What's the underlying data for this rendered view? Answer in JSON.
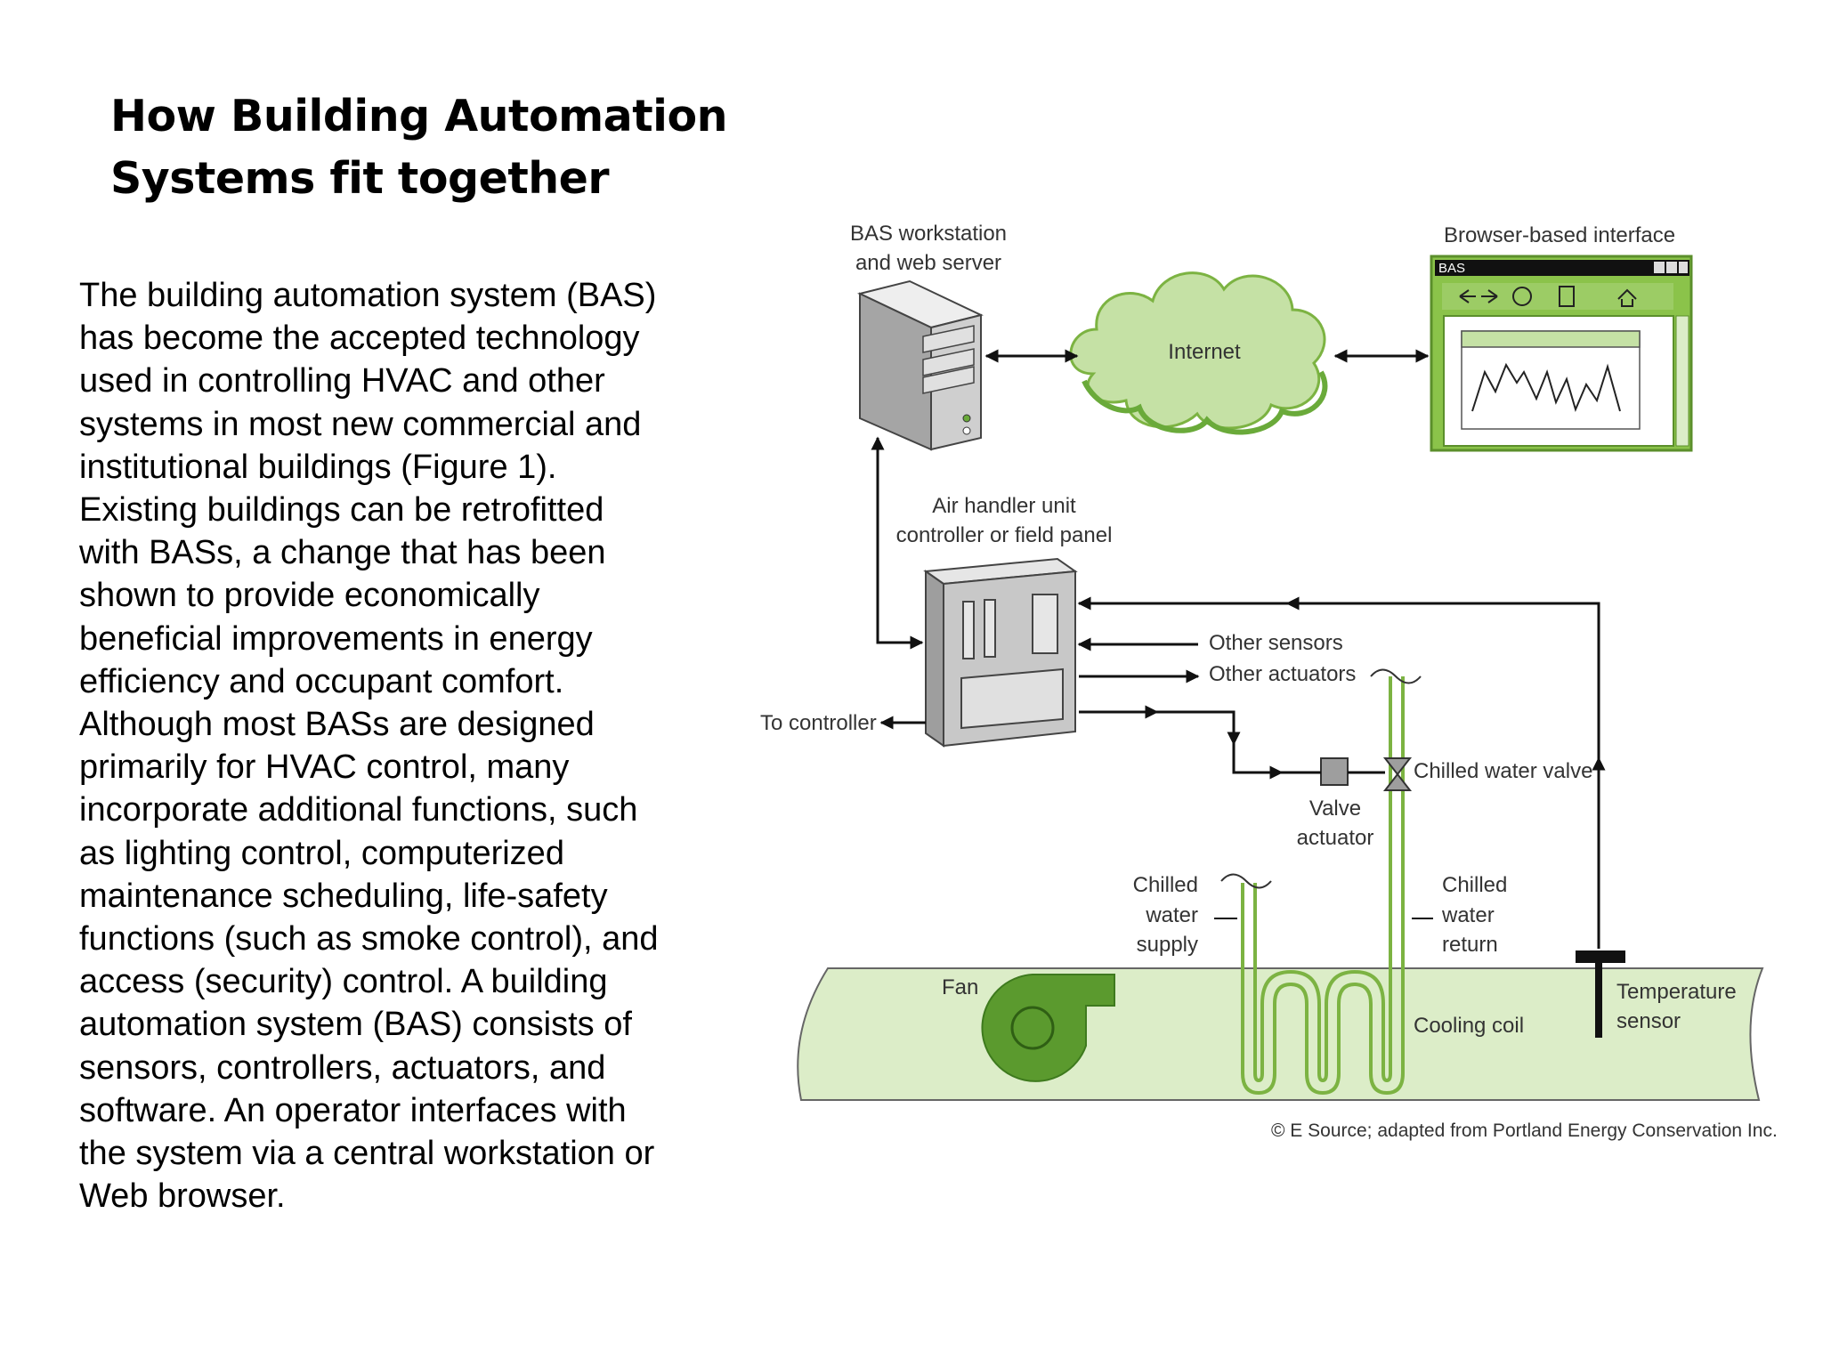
{
  "slide": {
    "title_lines": [
      "How Building Automation",
      "Systems fit together"
    ],
    "body_lines": [
      "The building automation system (BAS)",
      "has become the accepted technology",
      "used in controlling HVAC and other",
      "systems in most new commercial and",
      "institutional buildings (Figure 1).",
      "Existing buildings can be retrofitted",
      "with BASs, a change that has been",
      "shown to provide economically",
      "beneficial improvements in energy",
      "efficiency and occupant comfort.",
      "Although most BASs are designed",
      "primarily for HVAC control, many",
      "incorporate additional functions, such",
      "as lighting control, computerized",
      "maintenance scheduling, life-safety",
      "functions (such as smoke control), and",
      "access (security) control. A building",
      "automation system (BAS) consists of",
      "sensors, controllers, actuators, and",
      "software. An operator interfaces with",
      "the system via a central workstation or",
      "Web browser."
    ]
  },
  "diagram": {
    "workstation_label": [
      "BAS workstation",
      "and web server"
    ],
    "internet_label": "Internet",
    "browser_label": "Browser-based interface",
    "browser_window_title": "BAS",
    "ahu_label": [
      "Air handler unit",
      "controller or field panel"
    ],
    "other_sensors": "Other sensors",
    "other_actuators": "Other actuators",
    "to_controller": "To controller",
    "chilled_water_valve": "Chilled water valve",
    "valve_actuator": [
      "Valve",
      "actuator"
    ],
    "chilled_supply": [
      "Chilled",
      "water",
      "supply"
    ],
    "chilled_return": [
      "Chilled",
      "water",
      "return"
    ],
    "fan": "Fan",
    "cooling_coil": "Cooling coil",
    "temp_sensor": [
      "Temperature",
      "sensor"
    ],
    "credit": "© E Source; adapted from Portland Energy Conservation Inc."
  },
  "colors": {
    "green_light": "#dcedc8",
    "green_cloud": "#c5e1a5",
    "green_dark": "#6aaa3a",
    "green_fan": "#5b9a2e",
    "gray_panel": "#c8c8c8"
  }
}
